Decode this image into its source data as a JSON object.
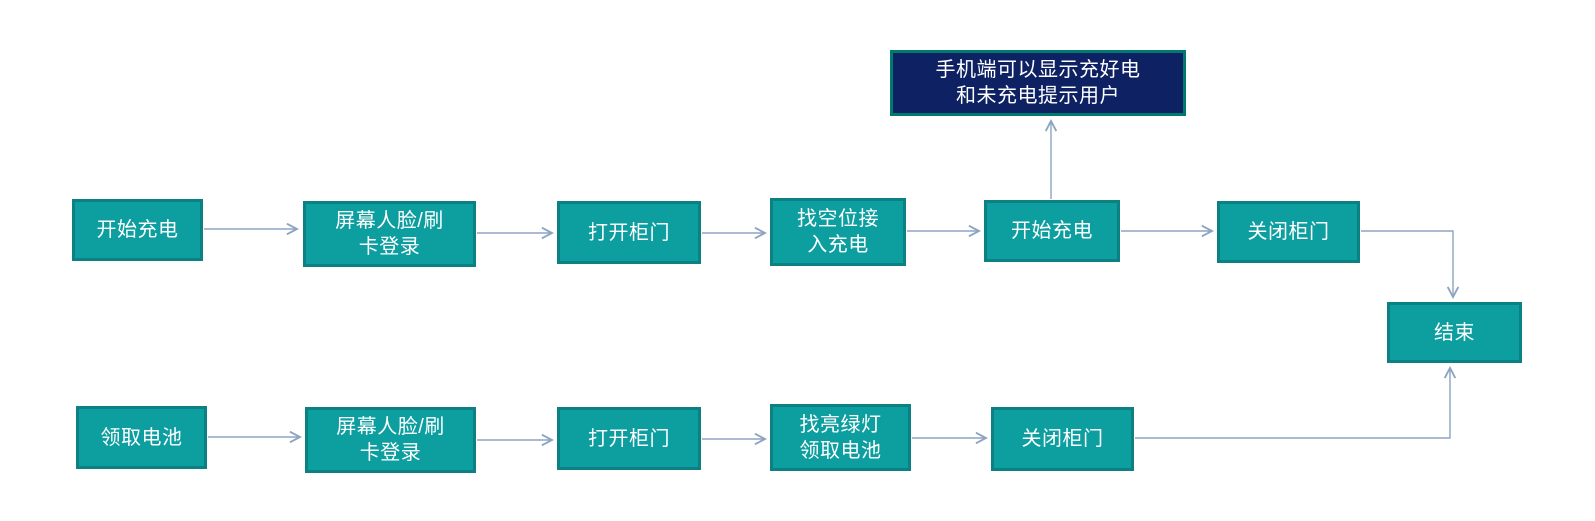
{
  "colors": {
    "background": "#FFFFFF",
    "node_fill": "#0D9EA0",
    "node_border": "#0B8183",
    "note_fill": "#0D2163",
    "note_border": "#007A6E",
    "connector": "#8DA4C0",
    "text": "#FFFFFF"
  },
  "note": {
    "label": "手机端可以显示充好电\n和未充电提示用户"
  },
  "end_node": {
    "label": "结束"
  },
  "top_flow": {
    "nodes": [
      {
        "label": "开始充电"
      },
      {
        "label": "屏幕人脸/刷\n卡登录"
      },
      {
        "label": "打开柜门"
      },
      {
        "label": "找空位接\n入充电"
      },
      {
        "label": "开始充电"
      },
      {
        "label": "关闭柜门"
      }
    ]
  },
  "bottom_flow": {
    "nodes": [
      {
        "label": "领取电池"
      },
      {
        "label": "屏幕人脸/刷\n卡登录"
      },
      {
        "label": "打开柜门"
      },
      {
        "label": "找亮绿灯\n领取电池"
      },
      {
        "label": "关闭柜门"
      }
    ]
  }
}
